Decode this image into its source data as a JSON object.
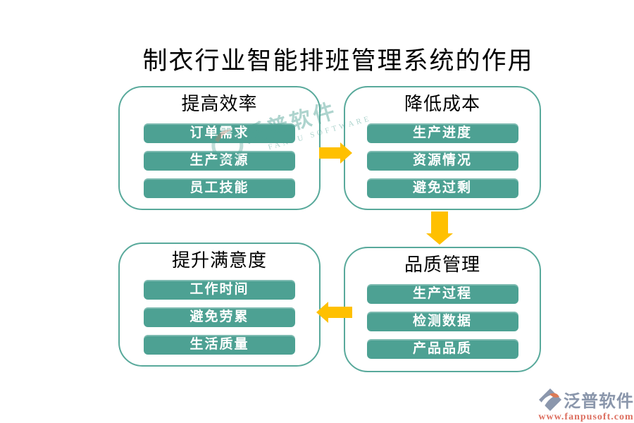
{
  "title": "制衣行业智能排班管理系统的作用",
  "groups": [
    {
      "id": "improve-efficiency",
      "header": "提高效率",
      "items": [
        "订单需求",
        "生产资源",
        "员工技能"
      ]
    },
    {
      "id": "reduce-cost",
      "header": "降低成本",
      "items": [
        "生产进度",
        "资源情况",
        "避免过剩"
      ]
    },
    {
      "id": "improve-satisfaction",
      "header": "提升满意度",
      "items": [
        "工作时间",
        "避免劳累",
        "生活质量"
      ]
    },
    {
      "id": "quality-management",
      "header": "品质管理",
      "items": [
        "生产过程",
        "检测数据",
        "产品品质"
      ]
    }
  ],
  "flow": [
    {
      "from": "提高效率",
      "to": "降低成本",
      "direction": "right"
    },
    {
      "from": "降低成本",
      "to": "品质管理",
      "direction": "down"
    },
    {
      "from": "品质管理",
      "to": "提升满意度",
      "direction": "left"
    }
  ],
  "watermark": {
    "brand": "泛普软件",
    "brand_en": "FANPU SOFTWARE"
  },
  "footer": {
    "brand": "泛普软件",
    "url": "www.fanpusoft.com"
  },
  "colors": {
    "pill": "#4DA193",
    "box_border": "#58A99B",
    "arrow": "#FFC000",
    "title_text": "#000000",
    "footer_brand": "#8A96AB",
    "footer_url": "#DD6F60"
  }
}
